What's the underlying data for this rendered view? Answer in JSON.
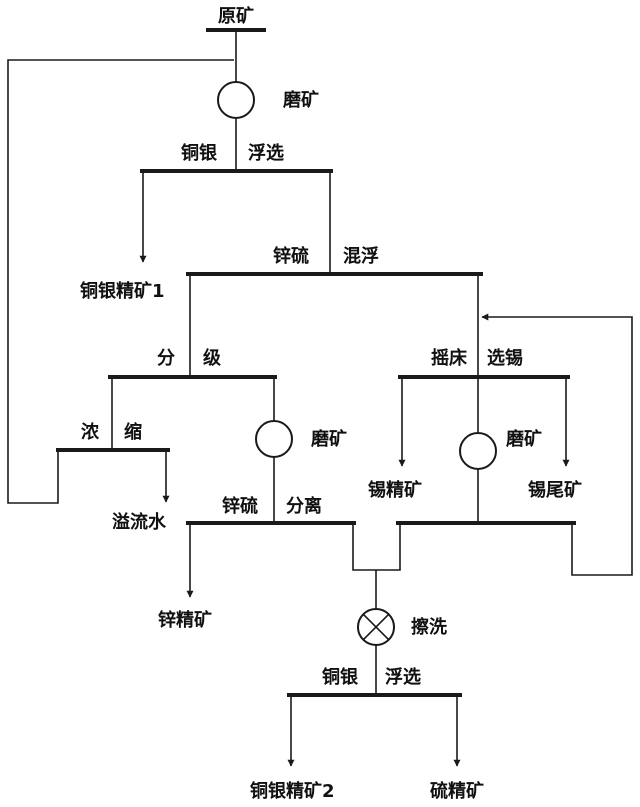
{
  "labels": {
    "raw_ore": "原矿",
    "grinding_1": "磨矿",
    "cu_ag_flotation_1_left": "铜银",
    "cu_ag_flotation_1_right": "浮选",
    "cu_ag_concentrate_1": "铜银精矿1",
    "zn_s_bulk_left": "锌硫",
    "zn_s_bulk_right": "混浮",
    "classification_left": "分",
    "classification_right": "级",
    "shaking_table_left": "摇床",
    "shaking_table_right": "选锡",
    "thickening_left": "浓",
    "thickening_right": "缩",
    "grinding_2": "磨矿",
    "grinding_3": "磨矿",
    "tin_concentrate": "锡精矿",
    "tin_tailings": "锡尾矿",
    "overflow_water": "溢流水",
    "zn_s_separation_left": "锌硫",
    "zn_s_separation_right": "分离",
    "zinc_concentrate": "锌精矿",
    "scrubbing": "擦洗",
    "cu_ag_flotation_2_left": "铜银",
    "cu_ag_flotation_2_right": "浮选",
    "cu_ag_concentrate_2": "铜银精矿2",
    "sulfur_concentrate": "硫精矿"
  }
}
